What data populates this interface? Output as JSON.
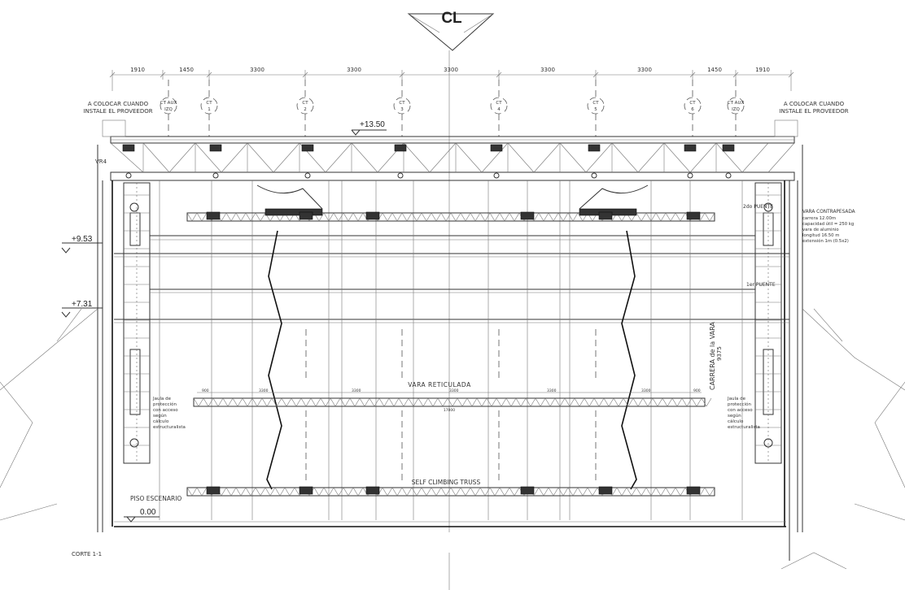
{
  "centerline": {
    "label": "CL"
  },
  "dimensions": [
    "1910",
    "1450",
    "3300",
    "3300",
    "3300",
    "3300",
    "3300",
    "1450",
    "1910"
  ],
  "axis_markers": [
    {
      "line1": "CT AUX",
      "line2": "IZQ"
    },
    {
      "line1": "CT",
      "line2": "1"
    },
    {
      "line1": "CT",
      "line2": "2"
    },
    {
      "line1": "CT",
      "line2": "3"
    },
    {
      "line1": "CT",
      "line2": "4"
    },
    {
      "line1": "CT",
      "line2": "5"
    },
    {
      "line1": "CT",
      "line2": "6"
    },
    {
      "line1": "CT AUX",
      "line2": "IZQ"
    }
  ],
  "notes": {
    "provider_left_1": "A COLOCAR CUANDO",
    "provider_left_2": "INSTALE EL PROVEEDOR",
    "provider_right_1": "A COLOCAR CUANDO",
    "provider_right_2": "INSTALE EL PROVEEDOR",
    "vr4": "VR4",
    "cage_left": [
      "Jaula de",
      "protección",
      "con acceso",
      "según",
      "cálculo",
      "estructuralista"
    ],
    "cage_right": [
      "Jaula de",
      "protección",
      "con acceso",
      "según",
      "cálculo",
      "estructuralista"
    ],
    "counterweight": [
      "VARA CONTRAPESADA",
      "carrera 12.00m",
      "capacidad útil = 250 kg",
      "vara de aluminio",
      "longitud 16.50 m",
      "extensión 1m (0.5x2)"
    ],
    "second_bridge": "2do PUENTE",
    "first_bridge": "1er PUENTE",
    "vara_travel_1": "CARRERA de la VARA",
    "vara_travel_2": "9375"
  },
  "levels": {
    "top": "+13.50",
    "upper": "+9.53",
    "lower": "+7.31",
    "floor": "0.00",
    "floor_label": "PISO ESCENARIO"
  },
  "trusses": {
    "reticulated": "VARA RETICULADA",
    "self_climbing": "SELF CLIMBING TRUSS",
    "reticulated_dims": [
      "900",
      "3300",
      "3300",
      "3300",
      "3300",
      "3300",
      "900"
    ],
    "reticulated_total": "17000"
  },
  "section_label": "CORTE 1-1"
}
